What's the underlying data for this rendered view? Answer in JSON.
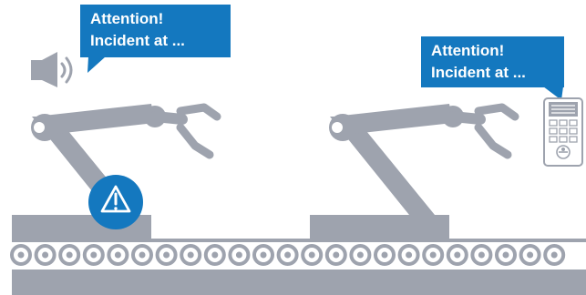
{
  "bubbles": [
    {
      "line1": "Attention!",
      "line2": "Incident at ..."
    },
    {
      "line1": "Attention!",
      "line2": "Incident at ..."
    }
  ],
  "colors": {
    "machine_gray": "#9ea3ae",
    "accent_blue": "#1478bf",
    "roller_fill": "#ffffff"
  },
  "icons": [
    "speaker-icon",
    "warning-icon",
    "intercom-device-icon"
  ],
  "conveyor": {
    "roller_count": 23
  }
}
